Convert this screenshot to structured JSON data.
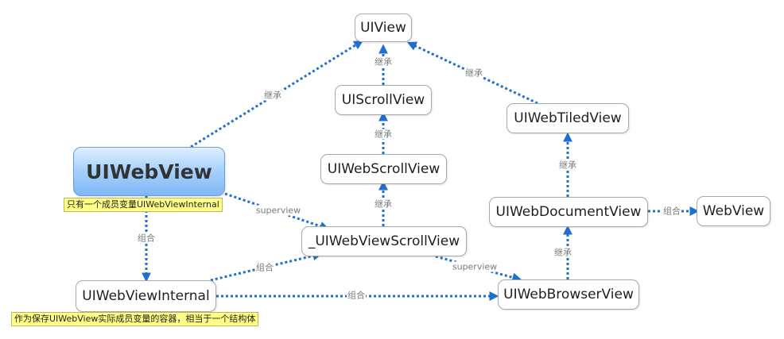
{
  "nodes": {
    "uiview": "UIView",
    "uiscrollview": "UIScrollView",
    "uiwebscrollview": "UIWebScrollView",
    "uiwebview": "UIWebView",
    "uiwebviewscrollview": "_UIWebViewScrollView",
    "uiwebviewinternal": "UIWebViewInternal",
    "uiwebtiledview": "UIWebTiledView",
    "uiwebdocumentview": "UIWebDocumentView",
    "webview": "WebView",
    "uiwebbrowserview": "UIWebBrowserView"
  },
  "notes": {
    "uiwebview_note": "只有一个成员变量UIWebViewInternal",
    "internal_note": "作为保存UIWebView实际成员变量的容器，相当于一个结构体"
  },
  "edges": [
    {
      "from": "uiscrollview",
      "to": "uiview",
      "label": "继承"
    },
    {
      "from": "uiwebscrollview",
      "to": "uiscrollview",
      "label": "继承"
    },
    {
      "from": "uiwebviewscrollview",
      "to": "uiwebscrollview",
      "label": "继承"
    },
    {
      "from": "uiwebview",
      "to": "uiview",
      "label": "继承"
    },
    {
      "from": "uiwebtiledview",
      "to": "uiview",
      "label": "继承"
    },
    {
      "from": "uiwebdocumentview",
      "to": "uiwebtiledview",
      "label": "继承"
    },
    {
      "from": "uiwebbrowserview",
      "to": "uiwebdocumentview",
      "label": "继承"
    },
    {
      "from": "uiwebview",
      "to": "uiwebviewinternal",
      "label": "组合"
    },
    {
      "from": "uiwebview",
      "to": "uiwebviewscrollview",
      "label": "superview"
    },
    {
      "from": "uiwebviewinternal",
      "to": "uiwebviewscrollview",
      "label": "组合"
    },
    {
      "from": "uiwebviewinternal",
      "to": "uiwebbrowserview",
      "label": "组合"
    },
    {
      "from": "uiwebviewscrollview",
      "to": "uiwebbrowserview",
      "label": "superview"
    },
    {
      "from": "uiwebdocumentview",
      "to": "webview",
      "label": "组合"
    }
  ],
  "colors": {
    "edge": "#1f6fd0",
    "node_border": "#a9a9a9",
    "main_fill": "#a9d2fb",
    "note_fill": "#ffff88",
    "label_text": "#7a7a7a"
  }
}
